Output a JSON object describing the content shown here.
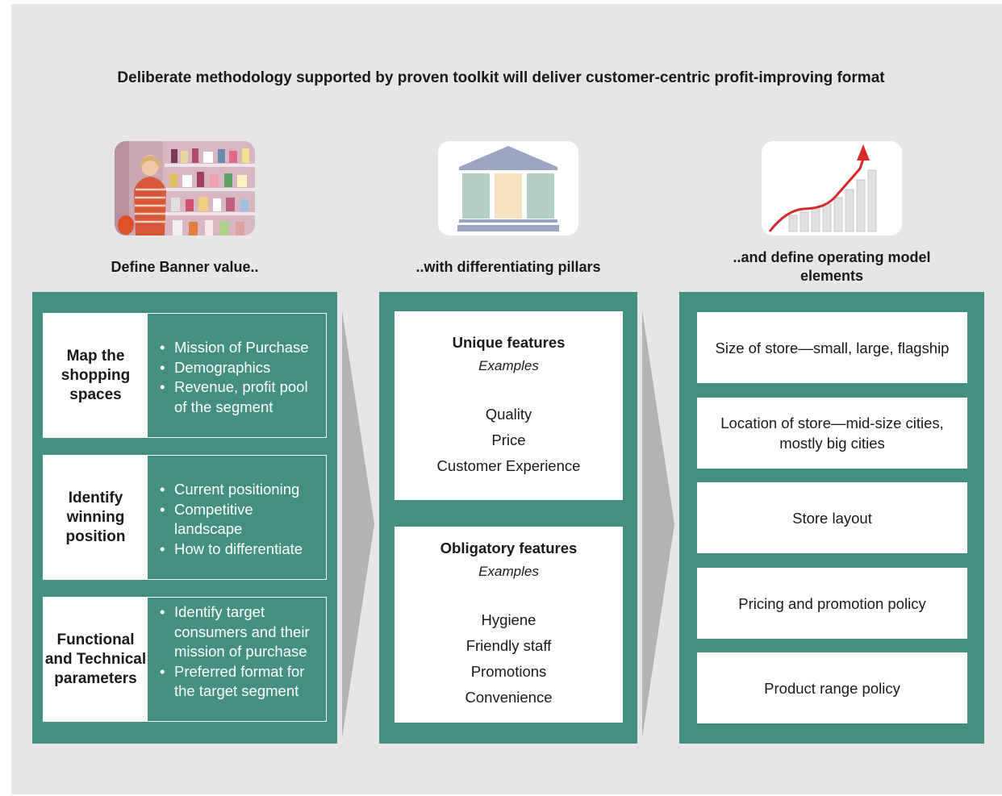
{
  "title": "Deliberate methodology supported by proven toolkit will deliver customer-centric profit-improving format",
  "icons": [
    "shopper-photo",
    "pillars-icon",
    "growth-chart-icon"
  ],
  "colors": {
    "panel": "#449080",
    "background": "#e6e6e6",
    "arrow": "#b3b3b3"
  },
  "columns": {
    "left": {
      "heading": "Define Banner value..",
      "rows": [
        {
          "label": "Map the shopping spaces",
          "items": [
            "Mission of Purchase",
            "Demographics",
            "Revenue, profit pool of the segment"
          ]
        },
        {
          "label": "Identify winning position",
          "items": [
            "Current positioning",
            "Competitive landscape",
            "How to differentiate"
          ]
        },
        {
          "label": "Functional and Technical parameters",
          "items": [
            "Identify target consumers and their mission of purchase",
            "Preferred format for the target segment"
          ]
        }
      ]
    },
    "middle": {
      "heading": "..with differentiating pillars",
      "boxes": [
        {
          "title": "Unique features",
          "subtitle": "Examples",
          "items": [
            "Quality",
            "Price",
            "Customer Experience"
          ]
        },
        {
          "title": "Obligatory features",
          "subtitle": "Examples",
          "items": [
            "Hygiene",
            "Friendly staff",
            "Promotions",
            "Convenience"
          ]
        }
      ]
    },
    "right": {
      "heading": "..and define operating model elements",
      "items": [
        "Size of store—small, large, flagship",
        "Location of store—mid-size cities, mostly big cities",
        "Store layout",
        "Pricing and promotion policy",
        "Product range policy"
      ]
    }
  }
}
